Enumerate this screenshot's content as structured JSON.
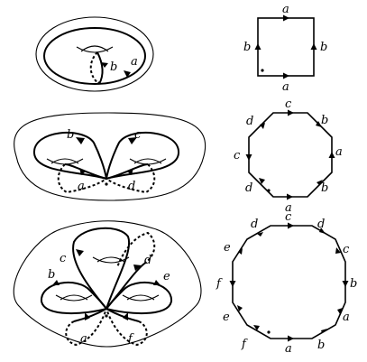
{
  "diagram": {
    "genus1": {
      "surface_labels": [
        "b",
        "a"
      ],
      "square_labels": {
        "top": "a",
        "left": "b",
        "right": "b",
        "bottom": "a"
      }
    },
    "genus2": {
      "surface_labels": [
        "b",
        "c",
        "a",
        "d"
      ],
      "octagon_labels": [
        "c",
        "b",
        "a",
        "b",
        "a",
        "d",
        "c",
        "d"
      ]
    },
    "genus3": {
      "surface_labels": [
        "c",
        "d",
        "b",
        "e",
        "a",
        "f"
      ],
      "dodecagon_labels": [
        "c",
        "d",
        "c",
        "b",
        "a",
        "b",
        "a",
        "f",
        "e",
        "f",
        "e",
        "d"
      ]
    }
  }
}
